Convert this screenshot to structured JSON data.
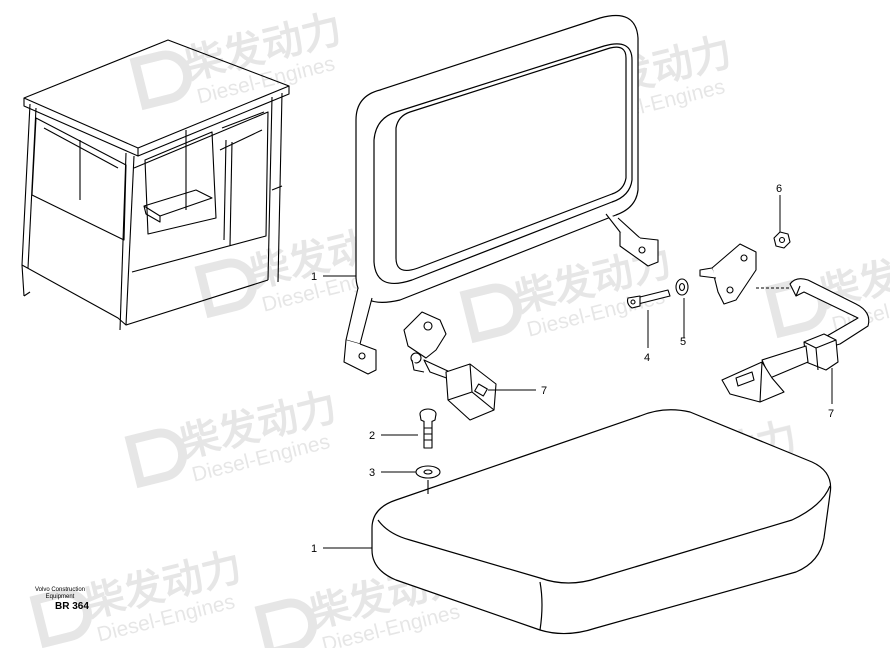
{
  "colors": {
    "line": "#000000",
    "background": "#ffffff",
    "watermark": "#e6e6e6"
  },
  "watermark": {
    "cn": "柴发动力",
    "en": "Diesel-Engines"
  },
  "callouts": {
    "backrest": "1",
    "seat": "1",
    "screw": "2",
    "washer": "3",
    "bolt": "4",
    "washer_right": "5",
    "nut": "6",
    "seatbelt_left": "7",
    "seatbelt_right": "7"
  },
  "footer": {
    "line1": "Volvo Construction",
    "line2": "Equipment",
    "code": "BR 364"
  }
}
